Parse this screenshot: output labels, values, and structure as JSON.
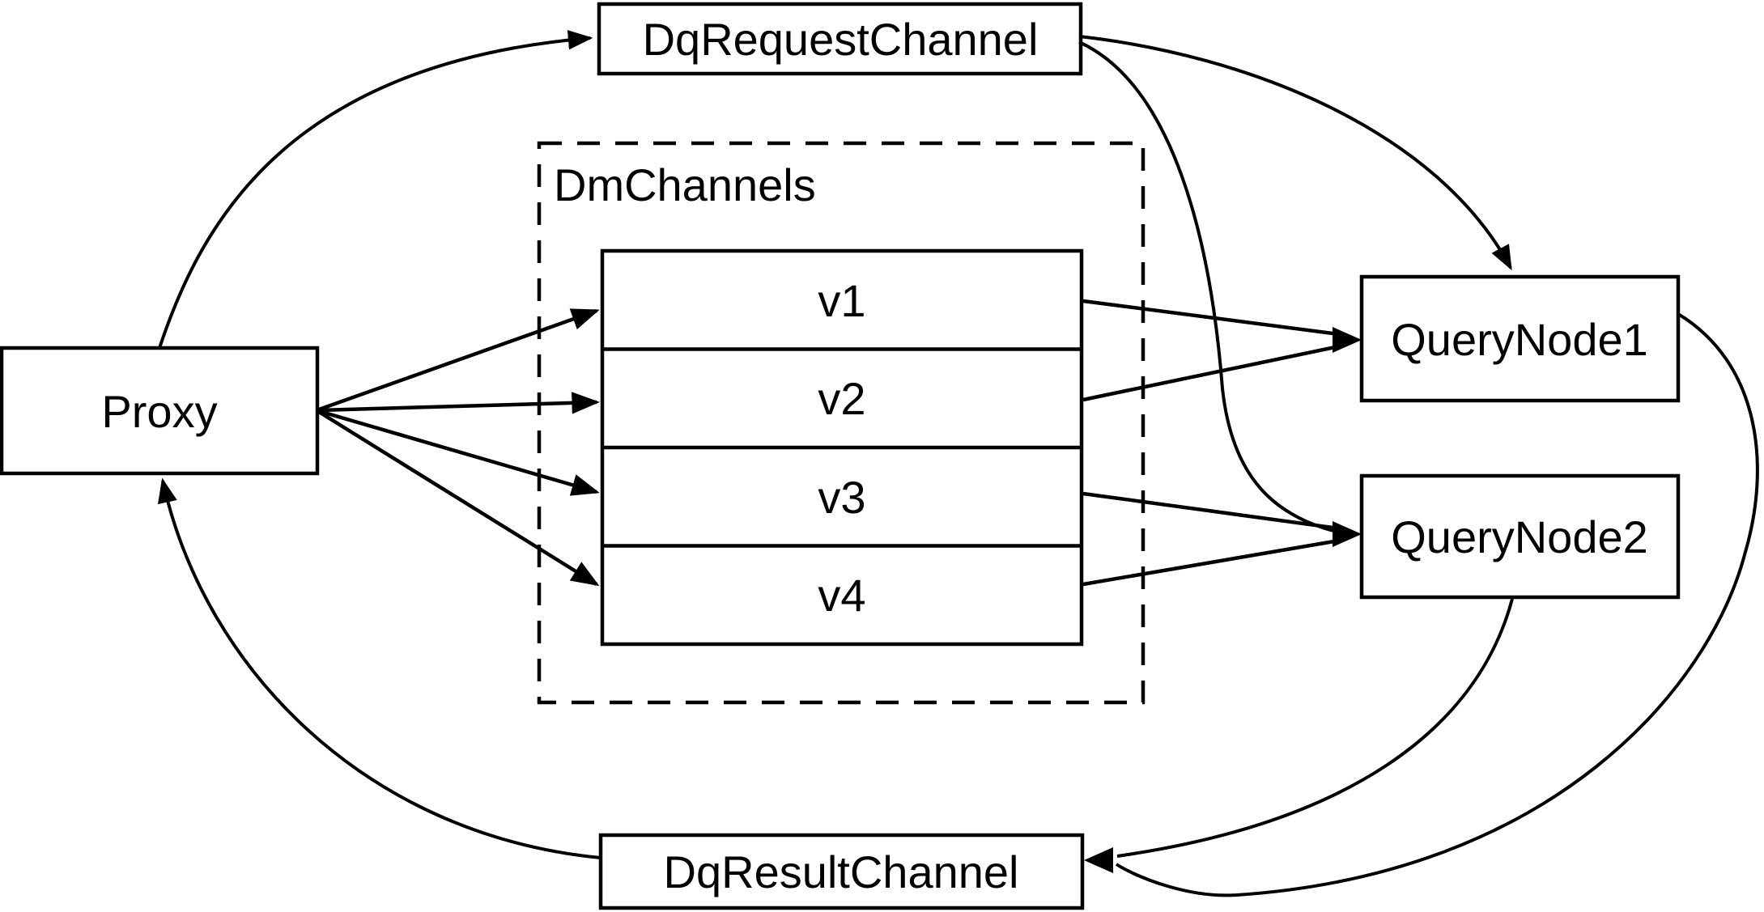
{
  "diagram": {
    "colors": {
      "line": "#000000",
      "background": "#ffffff",
      "box_fill": "#ffffff"
    },
    "nodes": {
      "proxy": {
        "label": "Proxy"
      },
      "dq_request_channel": {
        "label": "DqRequestChannel"
      },
      "dm_channels_group": {
        "label": "DmChannels"
      },
      "channels": [
        {
          "label": "v1"
        },
        {
          "label": "v2"
        },
        {
          "label": "v3"
        },
        {
          "label": "v4"
        }
      ],
      "query_node_1": {
        "label": "QueryNode1"
      },
      "query_node_2": {
        "label": "QueryNode2"
      },
      "dq_result_channel": {
        "label": "DqResultChannel"
      }
    },
    "edges": [
      {
        "from": "Proxy",
        "to": "DqRequestChannel"
      },
      {
        "from": "Proxy",
        "to": "v1"
      },
      {
        "from": "Proxy",
        "to": "v2"
      },
      {
        "from": "Proxy",
        "to": "v3"
      },
      {
        "from": "Proxy",
        "to": "v4"
      },
      {
        "from": "v1",
        "to": "QueryNode1"
      },
      {
        "from": "v2",
        "to": "QueryNode1"
      },
      {
        "from": "v3",
        "to": "QueryNode2"
      },
      {
        "from": "v4",
        "to": "QueryNode2"
      },
      {
        "from": "DqRequestChannel",
        "to": "QueryNode1"
      },
      {
        "from": "DqRequestChannel",
        "to": "QueryNode2"
      },
      {
        "from": "QueryNode1",
        "to": "DqResultChannel"
      },
      {
        "from": "QueryNode2",
        "to": "DqResultChannel"
      },
      {
        "from": "DqResultChannel",
        "to": "Proxy"
      }
    ]
  }
}
